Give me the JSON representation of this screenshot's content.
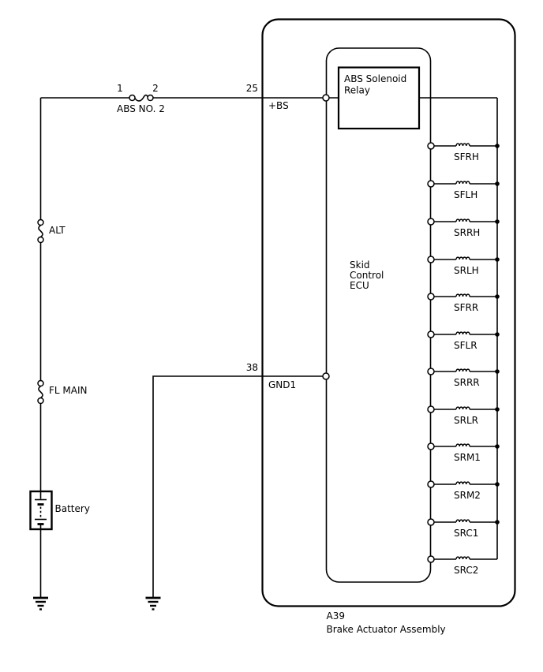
{
  "colors": {
    "line": "#000000",
    "background": "#ffffff"
  },
  "power": {
    "fuse": {
      "terminal_1": "1",
      "terminal_2": "2",
      "name": "ABS NO. 2"
    },
    "fusible_link_alt": "ALT",
    "fusible_link_fl_main": "FL MAIN",
    "battery": "Battery"
  },
  "ecu": {
    "pin_bs": {
      "number": "25",
      "name": "+BS"
    },
    "pin_gnd": {
      "number": "38",
      "name": "GND1"
    },
    "label": {
      "line1": "Skid",
      "line2": "Control",
      "line3": "ECU"
    }
  },
  "relay": {
    "line1": "ABS Solenoid",
    "line2": "Relay"
  },
  "solenoids": [
    "SFRH",
    "SFLH",
    "SRRH",
    "SRLH",
    "SFRR",
    "SFLR",
    "SRRR",
    "SRLR",
    "SRM1",
    "SRM2",
    "SRC1",
    "SRC2"
  ],
  "assembly": {
    "code": "A39",
    "name": "Brake Actuator Assembly"
  }
}
